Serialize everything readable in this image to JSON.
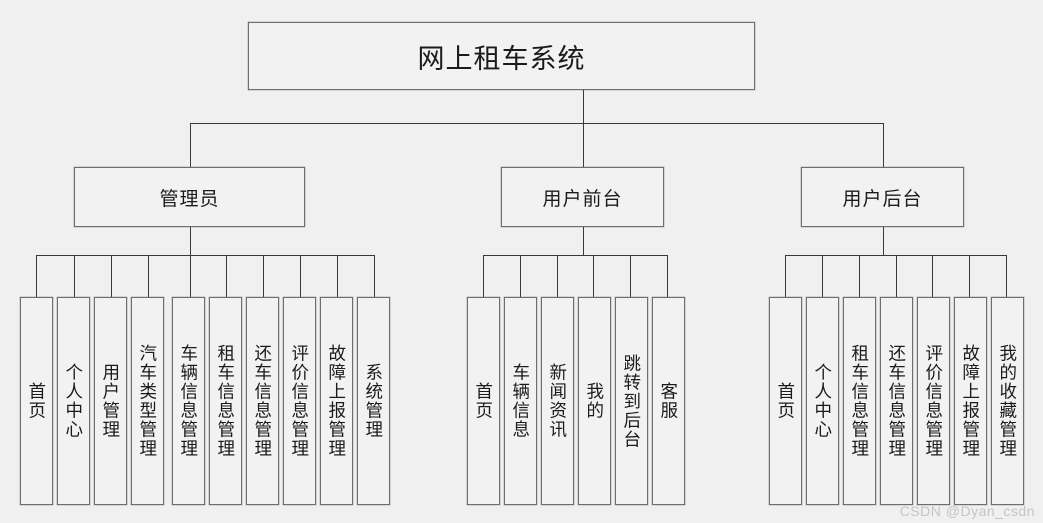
{
  "diagram": {
    "type": "tree",
    "title": "网上租车系统",
    "root": {
      "label": "网上租车系统"
    },
    "branches": [
      {
        "label": "管理员",
        "leaves": [
          {
            "label": "首页"
          },
          {
            "label": "个人中心"
          },
          {
            "label": "用户管理"
          },
          {
            "label": "汽车类型管理"
          },
          {
            "label": "车辆信息管理"
          },
          {
            "label": "租车信息管理"
          },
          {
            "label": "还车信息管理"
          },
          {
            "label": "评价信息管理"
          },
          {
            "label": "故障上报管理"
          },
          {
            "label": "系统管理"
          }
        ]
      },
      {
        "label": "用户前台",
        "leaves": [
          {
            "label": "首页"
          },
          {
            "label": "车辆信息"
          },
          {
            "label": "新闻资讯"
          },
          {
            "label": "我的"
          },
          {
            "label": "跳转到后台"
          },
          {
            "label": "客服"
          }
        ]
      },
      {
        "label": "用户后台",
        "leaves": [
          {
            "label": "首页"
          },
          {
            "label": "个人中心"
          },
          {
            "label": "租车信息管理"
          },
          {
            "label": "还车信息管理"
          },
          {
            "label": "评价信息管理"
          },
          {
            "label": "故障上报管理"
          },
          {
            "label": "我的收藏管理"
          }
        ]
      }
    ]
  },
  "watermark": {
    "text": "CSDN @Dyan_csdn"
  },
  "colors": {
    "background": "#eff0ef",
    "box_fill": "#f2f2f2",
    "box_border": "#6e6e72",
    "line": "#3a3a3e",
    "text": "#1b1b1b",
    "watermark": "#c3c6c9"
  }
}
